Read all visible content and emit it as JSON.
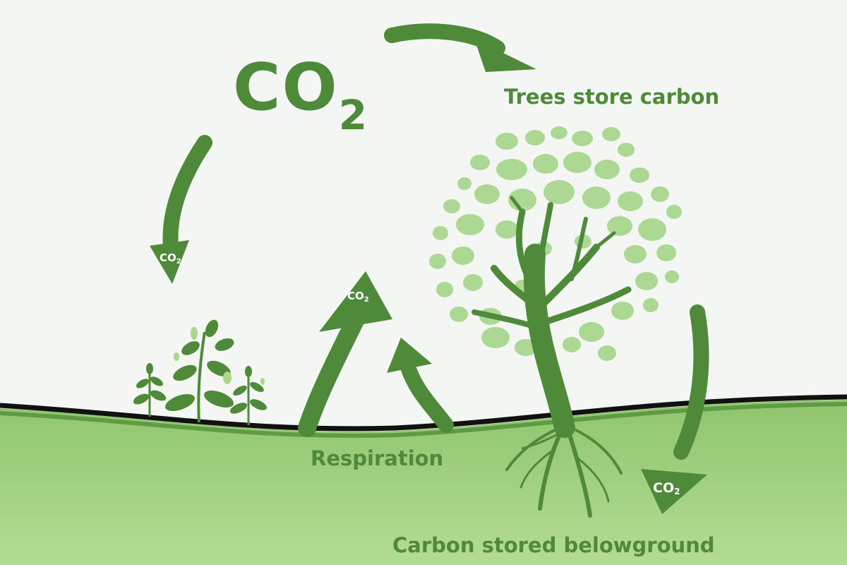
{
  "co2_title": {
    "main": "CO",
    "sub": "2"
  },
  "labels": {
    "trees_store_carbon": "Trees store carbon",
    "respiration": "Respiration",
    "carbon_stored_belowground": "Carbon stored belowground"
  },
  "arrow_tags": [
    {
      "main": "CO",
      "sub": "2"
    },
    {
      "main": "CO",
      "sub": "2"
    },
    {
      "main": "CO",
      "sub": "2"
    }
  ],
  "colors": {
    "dark_green": "#4f8a3a",
    "light_green": "#a9d68a",
    "leaf_green": "#acd894",
    "ground_line": "#111111",
    "background": "#f3f6f3"
  }
}
